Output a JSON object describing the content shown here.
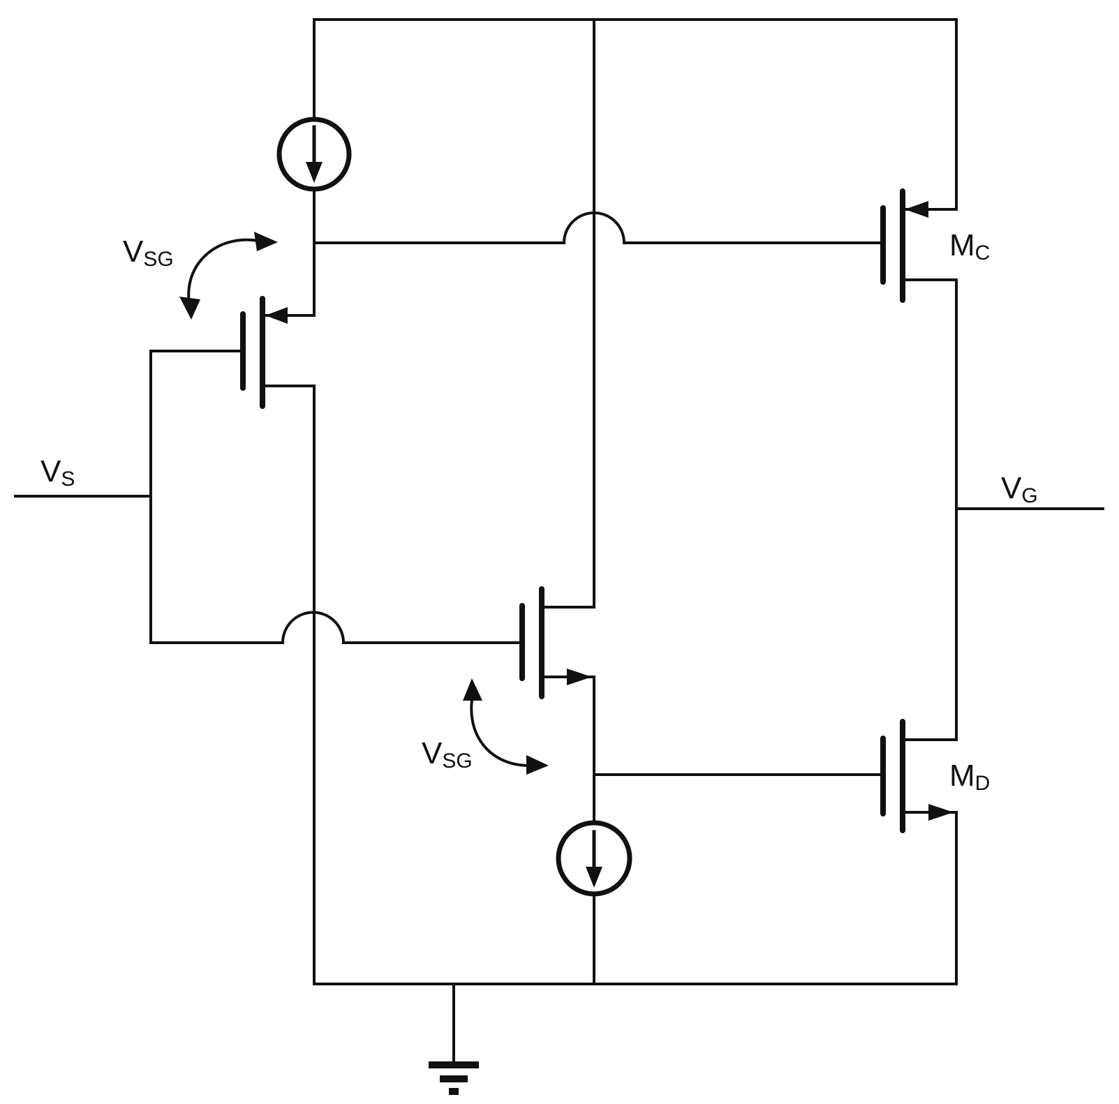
{
  "labels": {
    "vs": {
      "main": "V",
      "sub": "S"
    },
    "vg": {
      "main": "V",
      "sub": "G"
    },
    "mc": {
      "main": "M",
      "sub": "C"
    },
    "md": {
      "main": "M",
      "sub": "D"
    },
    "vsg_top": {
      "main": "V",
      "sub": "SG"
    },
    "vsg_bottom": {
      "main": "V",
      "sub": "SG"
    }
  },
  "components": {
    "current_sources": 2,
    "pmos_transistors": 2,
    "nmos_transistors": 2,
    "ground": 1
  },
  "colors": {
    "ink": "#111111",
    "background": "#ffffff"
  }
}
